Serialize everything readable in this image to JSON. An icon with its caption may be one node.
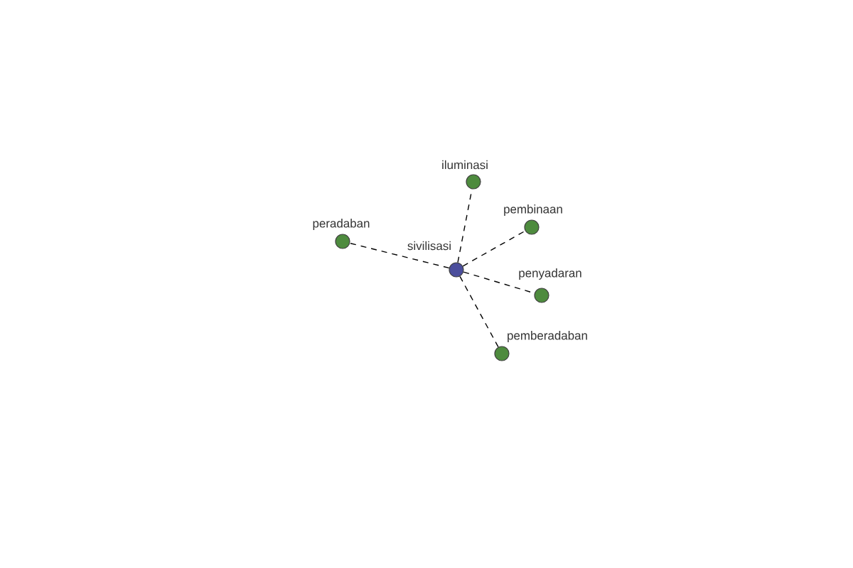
{
  "diagram": {
    "nodes": [
      {
        "text": [
          "iluminasi"
        ]
      },
      {
        "text": [
          "pembinaan"
        ]
      },
      {
        "text": [
          "peradaban"
        ]
      },
      {
        "text": [
          "sivilisasi"
        ]
      },
      {
        "text": [
          "penyadaran"
        ]
      },
      {
        "text": [
          "pemberadaban"
        ]
      }
    ],
    "edges": [
      {
        "from": 3,
        "to": 0,
        "arrow": "none",
        "style": "dashed"
      },
      {
        "from": 3,
        "to": 1,
        "arrow": "none",
        "style": "dashed"
      },
      {
        "from": 3,
        "to": 2,
        "arrow": "none",
        "style": "dashed"
      },
      {
        "from": 3,
        "to": 4,
        "arrow": "none",
        "style": "dashed"
      },
      {
        "from": 3,
        "to": 5,
        "arrow": "none",
        "style": "dashed"
      }
    ]
  }
}
